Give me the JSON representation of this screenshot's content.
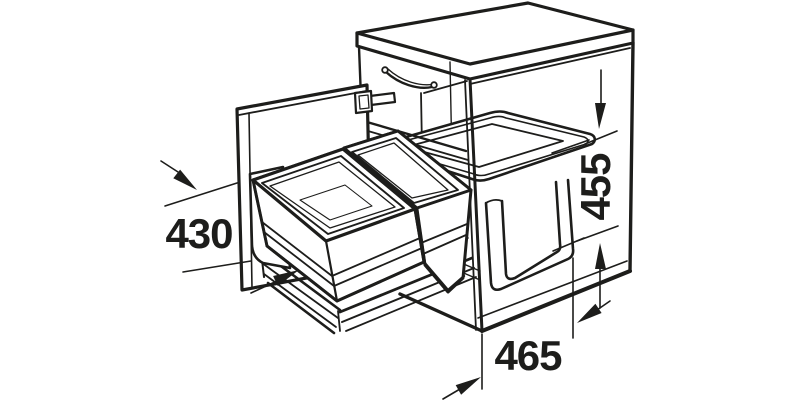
{
  "diagram": {
    "kind": "technical-drawing",
    "subject": "base cabinet with pull-out twin waste bins, open door, lid platform and mounting frame",
    "labels": {
      "depth": "430",
      "height": "455",
      "width": "465"
    },
    "colors": {
      "ink": "#1d1d1b",
      "background": "#ffffff"
    }
  }
}
